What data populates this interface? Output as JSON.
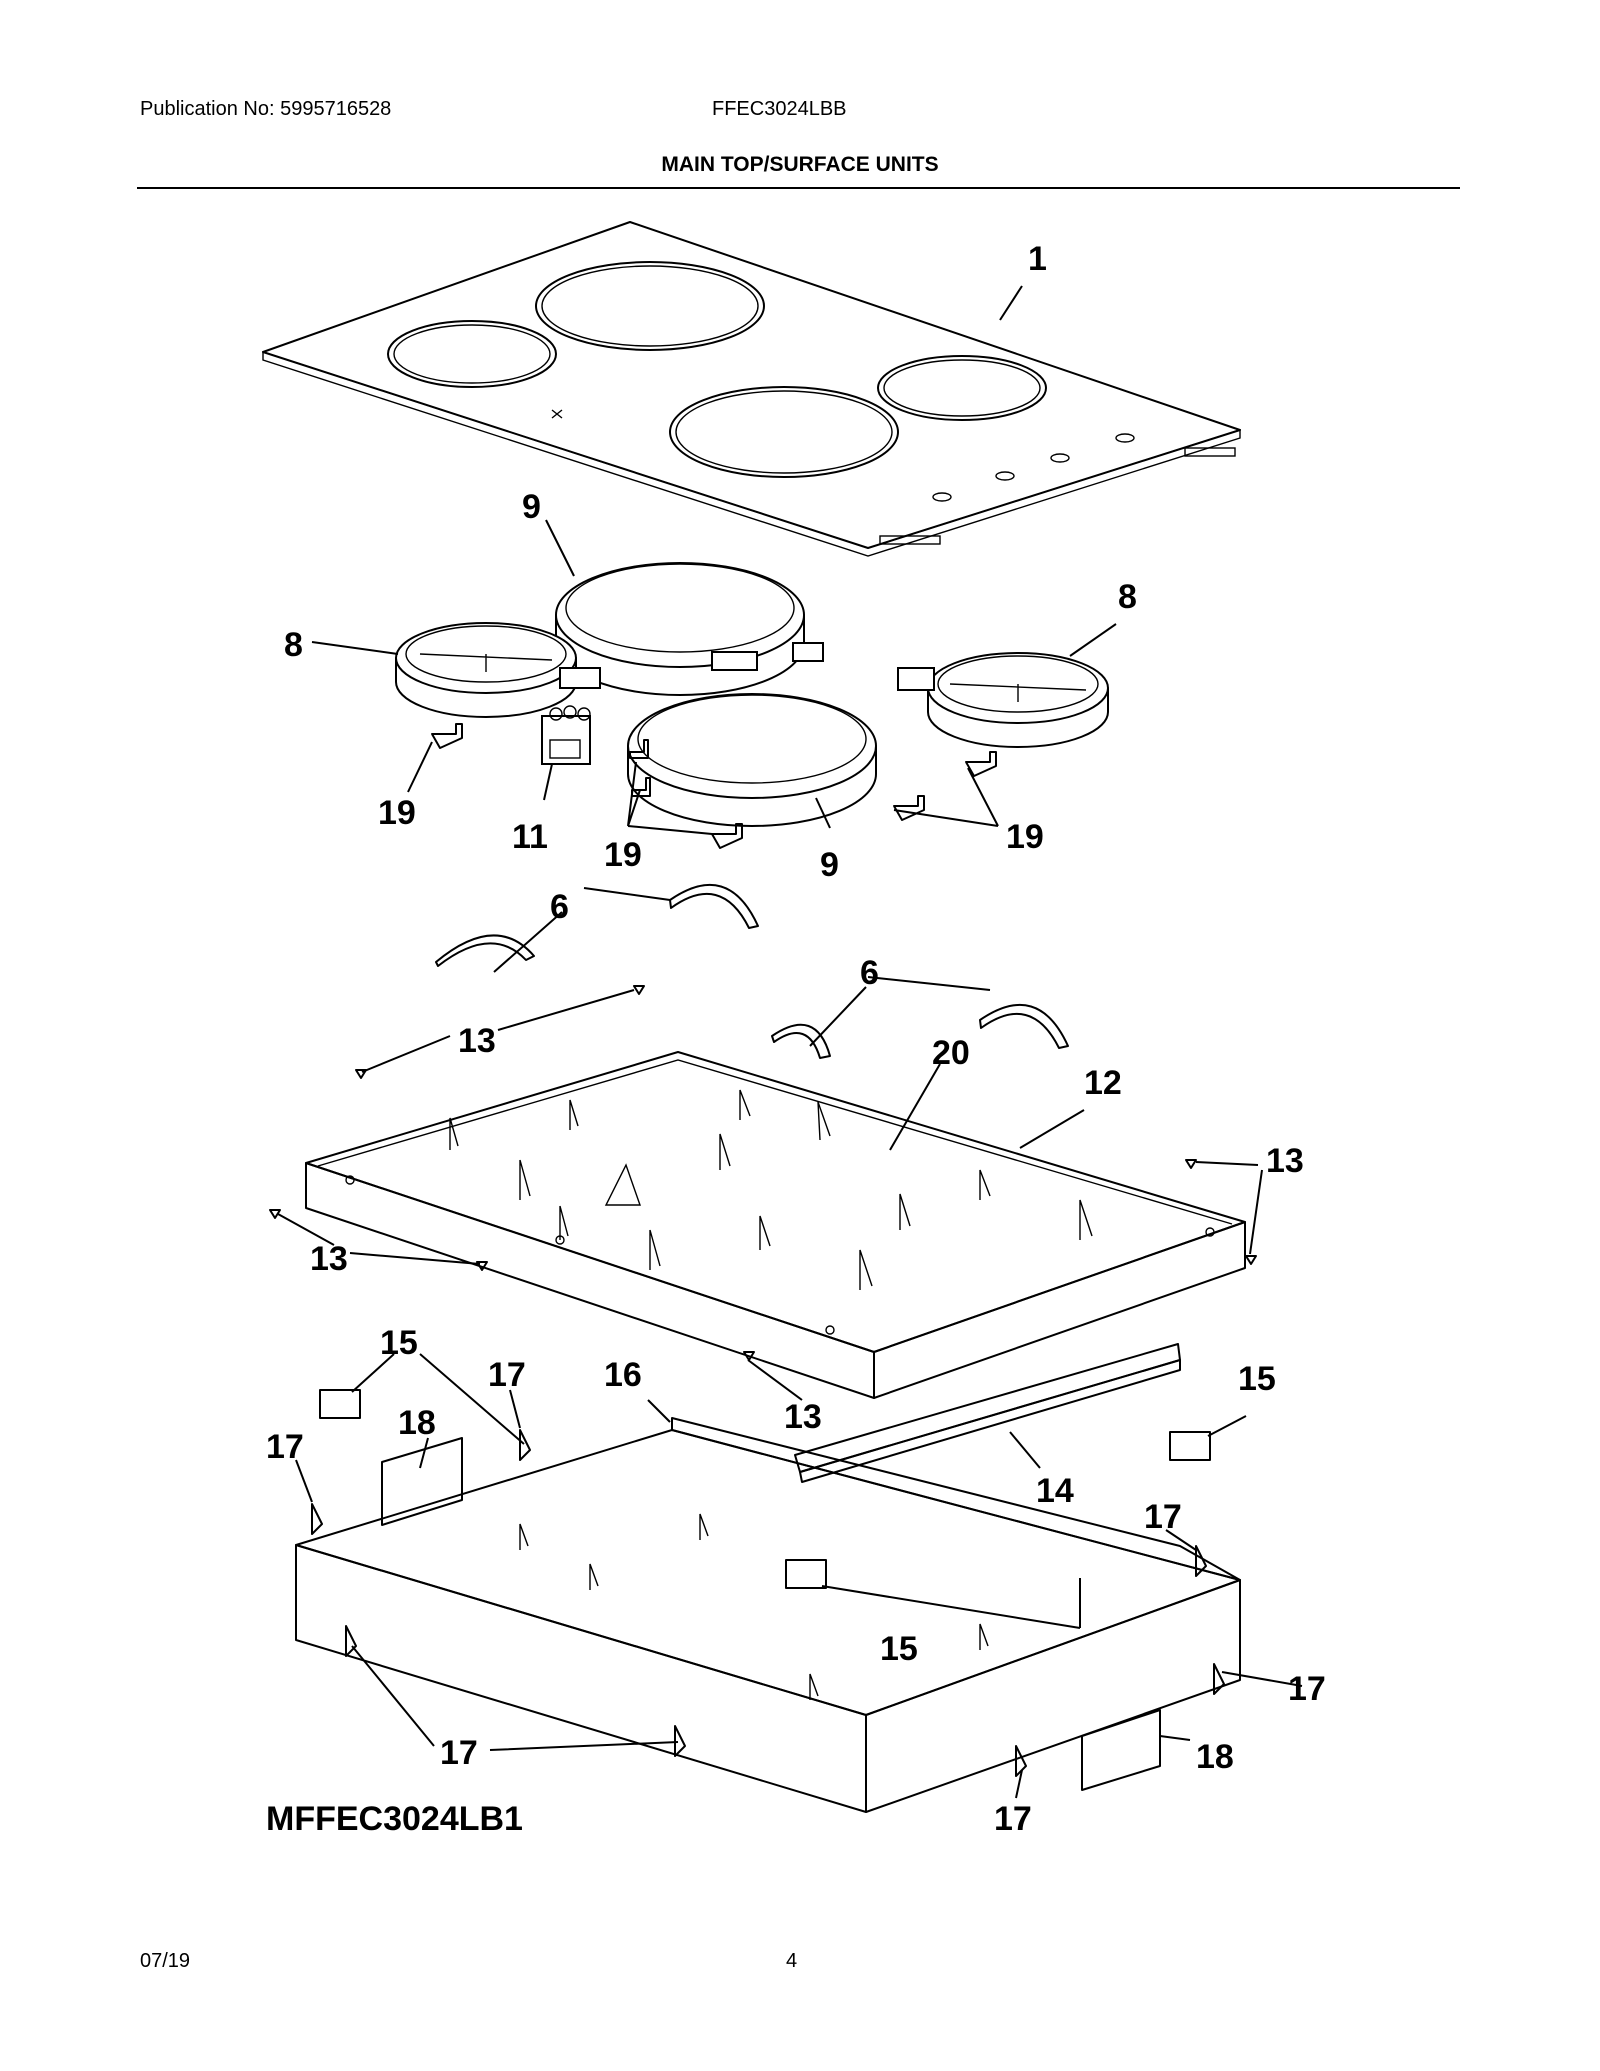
{
  "header": {
    "publication": "Publication No: 5995716528",
    "model": "FFEC3024LBB",
    "section_title": "MAIN TOP/SURFACE UNITS"
  },
  "diagram": {
    "model_code": "MFFEC3024LB1",
    "callouts": [
      "1",
      "9",
      "8",
      "8",
      "19",
      "11",
      "19",
      "9",
      "19",
      "6",
      "6",
      "13",
      "20",
      "12",
      "13",
      "13",
      "15",
      "17",
      "16",
      "13",
      "15",
      "17",
      "18",
      "14",
      "17",
      "15",
      "17",
      "17",
      "18",
      "17"
    ]
  },
  "footer": {
    "date": "07/19",
    "page": "4"
  }
}
